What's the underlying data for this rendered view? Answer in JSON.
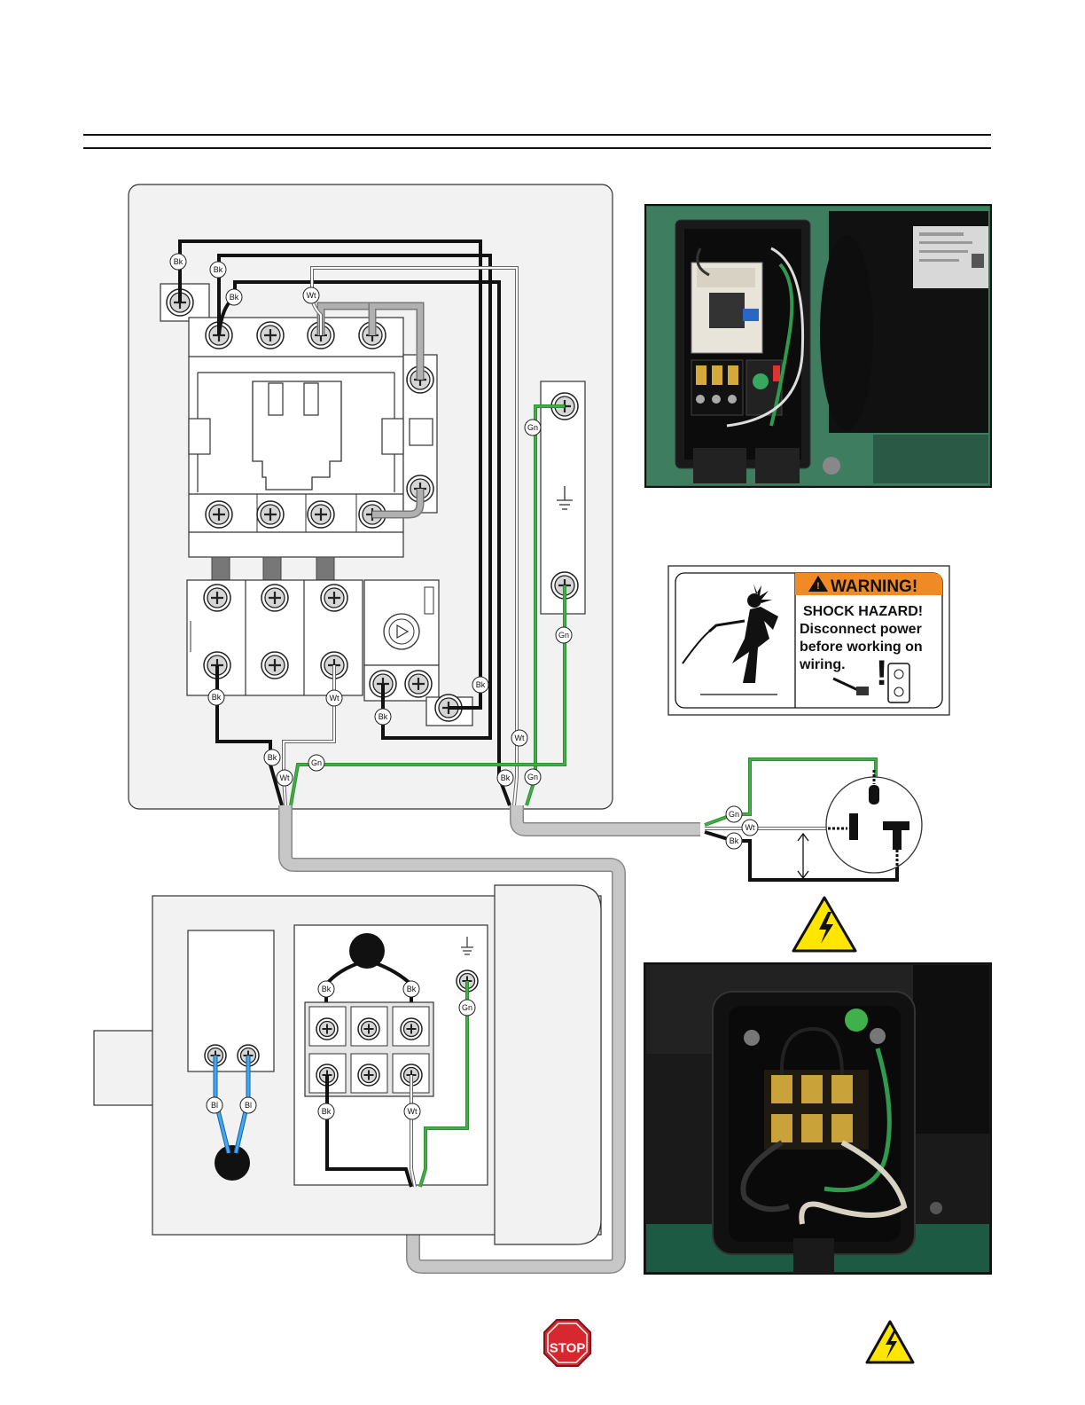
{
  "header": {
    "title": ""
  },
  "wire_labels": {
    "black": "Bk",
    "white": "Wt",
    "green": "Gn",
    "blue": "Bl"
  },
  "warning_label": {
    "header": "WARNING!",
    "line1": "SHOCK HAZARD!",
    "line2": "Disconnect power",
    "line3": "before working on",
    "line4": "wiring."
  },
  "stop_sign": {
    "text": "STOP"
  },
  "colors": {
    "black_wire": "#111111",
    "white_wire": "#ffffff",
    "green_wire": "#3fb04a",
    "blue_wire": "#3fa9f5",
    "warning_orange": "#f08a24",
    "hazard_yellow": "#ffe600",
    "stop_red": "#d7282f"
  },
  "icons": [
    "ground-symbol-icon",
    "lightning-hazard-icon",
    "stop-sign-icon",
    "shock-person-icon",
    "plug-icon",
    "outlet-icon"
  ]
}
